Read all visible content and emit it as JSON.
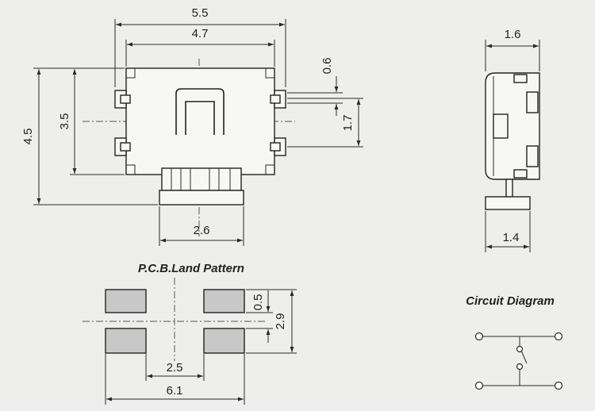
{
  "top_view": {
    "dim_width_outer": "5.5",
    "dim_width_inner": "4.7",
    "dim_height_outer": "4.5",
    "dim_height_inner": "3.5",
    "dim_lead_width": "0.6",
    "dim_lead_pitch": "1.7",
    "dim_actuator_width": "2.6"
  },
  "side_view": {
    "dim_depth": "1.6",
    "dim_actuator_depth": "1.4"
  },
  "pcb_land_pattern": {
    "title": "P.C.B.Land Pattern",
    "dim_pad_height": "0.5",
    "dim_pad_span_vertical": "2.9",
    "dim_inner_gap": "2.5",
    "dim_outer_span": "6.1"
  },
  "circuit_diagram": {
    "title": "Circuit Diagram"
  },
  "colors": {
    "background": "#eeeeec",
    "line": "#2a2a2a",
    "pad_fill": "#c8c8c8"
  }
}
